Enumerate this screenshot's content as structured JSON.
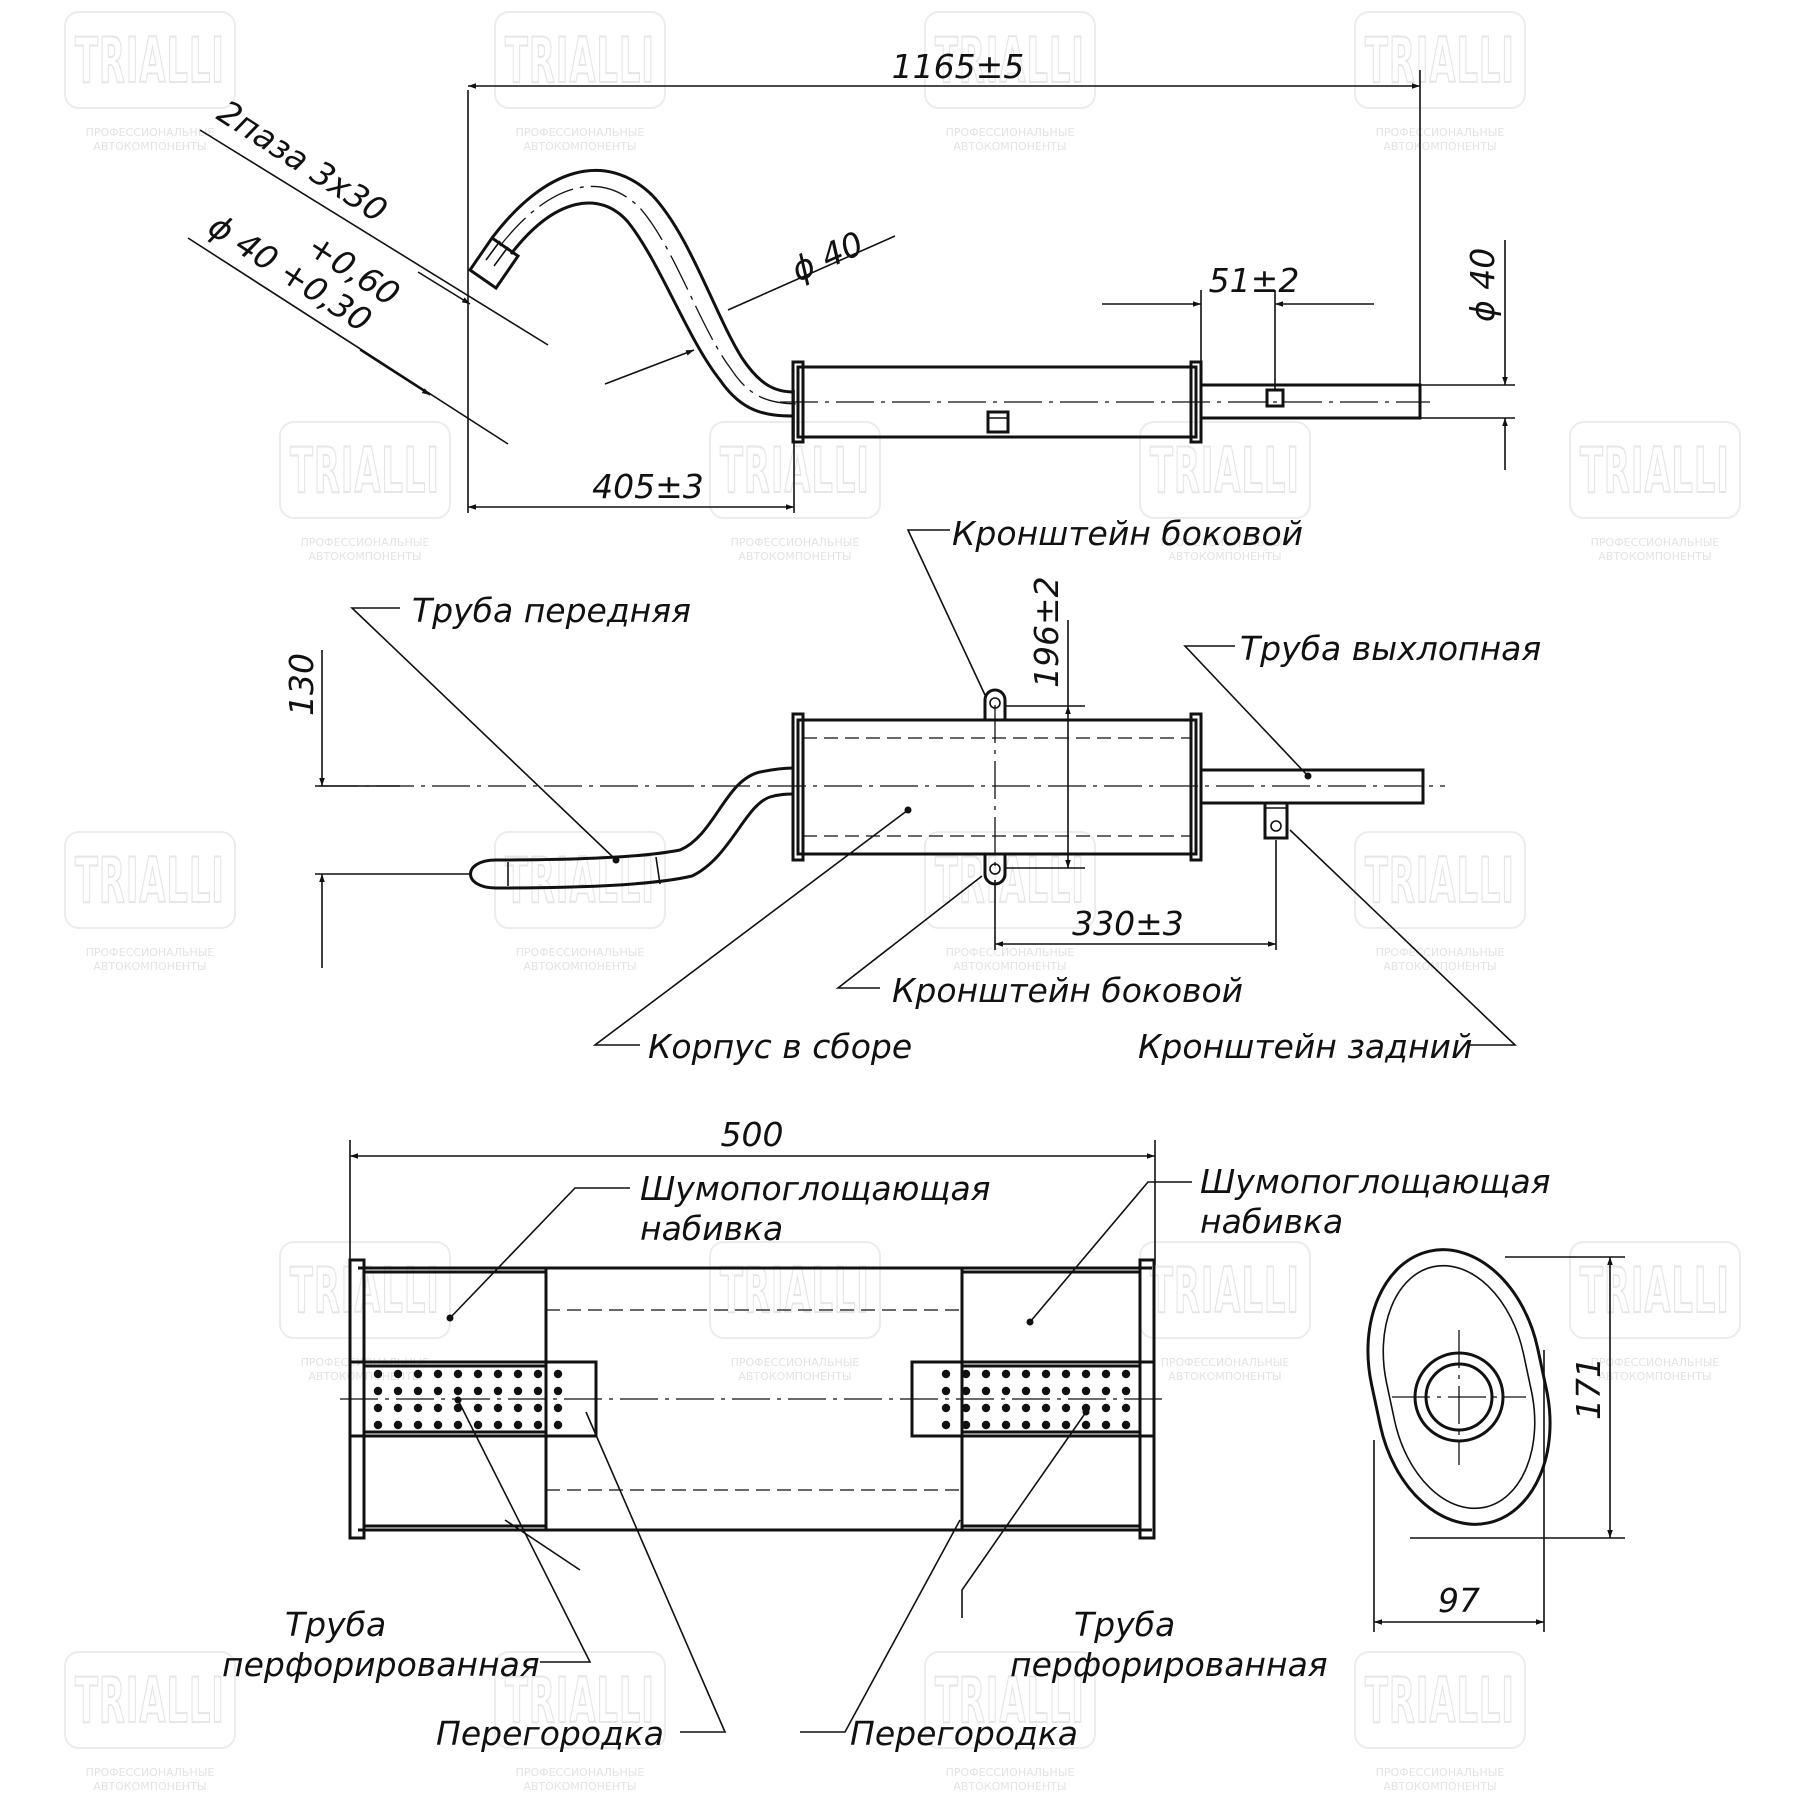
{
  "watermark": {
    "brand": "TRIALLI",
    "tagline_1": "ПРОФЕССИОНАЛЬНЫЕ",
    "tagline_2": "АВТОКОМПОНЕНТЫ"
  },
  "top_view": {
    "dims": {
      "overall_length": "1165±5",
      "slots": "2паза 3х30",
      "tol_upper": "+0,60",
      "tol_lower": "ϕ 40 +0,30",
      "pipe_diameter": "ϕ 40",
      "tail_diameter": "ϕ 40",
      "bracket_offset": "51±2",
      "inlet_to_body": "405±3"
    }
  },
  "plan_view": {
    "labels": {
      "side_bracket_top": "Кронштейн боковой",
      "front_pipe": "Труба передняя",
      "exhaust_pipe": "Труба выхлопная",
      "side_bracket_bottom": "Кронштейн боковой",
      "body_assembly": "Корпус в сборе",
      "rear_bracket": "Кронштейн задний"
    },
    "dims": {
      "offset": "130",
      "bracket_span": "196±2",
      "bracket_to_rear": "330±3"
    }
  },
  "section_view": {
    "labels": {
      "packing_left_1": "Шумопоглощающая",
      "packing_left_2": "набивка",
      "packing_right_1": "Шумопоглощающая",
      "packing_right_2": "набивка",
      "perf_left_1": "Труба",
      "perf_left_2": "перфорированная",
      "perf_right_1": "Труба",
      "perf_right_2": "перфорированная",
      "baffle_left": "Перегородка",
      "baffle_right": "Перегородка"
    },
    "dims": {
      "body_length": "500",
      "oval_height": "171",
      "oval_width": "97"
    }
  }
}
